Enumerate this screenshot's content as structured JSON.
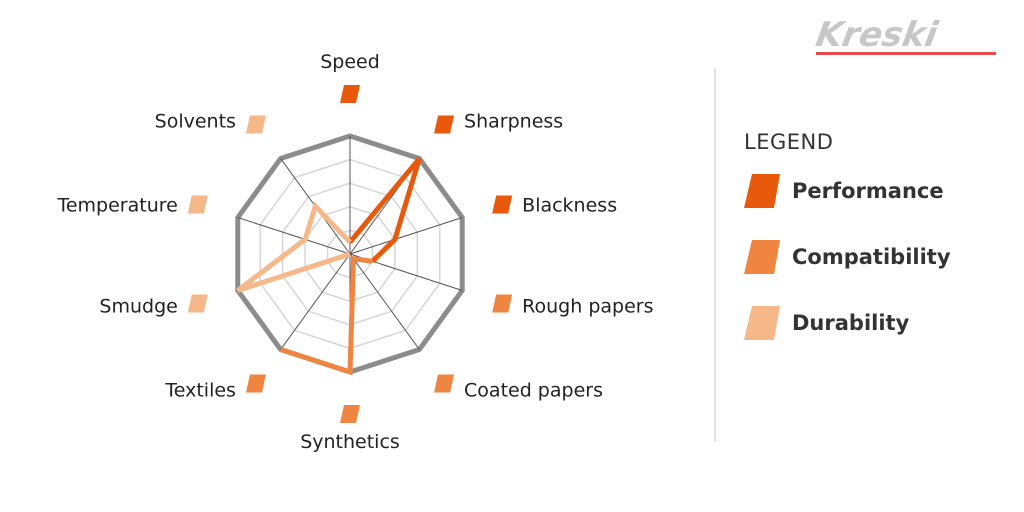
{
  "logo": {
    "text": "Kreski",
    "color": "#c7c7c7",
    "accent": "#e84a4a"
  },
  "legend": {
    "title": "LEGEND",
    "items": [
      {
        "label": "Performance",
        "color": "#e8590c"
      },
      {
        "label": "Compatibility",
        "color": "#f08542"
      },
      {
        "label": "Durability",
        "color": "#f6b889"
      }
    ]
  },
  "chart_data": {
    "type": "radar",
    "axes": [
      {
        "label": "Speed",
        "group": "Performance"
      },
      {
        "label": "Sharpness",
        "group": "Performance"
      },
      {
        "label": "Blackness",
        "group": "Performance"
      },
      {
        "label": "Rough papers",
        "group": "Compatibility"
      },
      {
        "label": "Coated papers",
        "group": "Compatibility"
      },
      {
        "label": "Synthetics",
        "group": "Compatibility"
      },
      {
        "label": "Textiles",
        "group": "Compatibility"
      },
      {
        "label": "Smudge",
        "group": "Durability"
      },
      {
        "label": "Temperature",
        "group": "Durability"
      },
      {
        "label": "Solvents",
        "group": "Durability"
      }
    ],
    "range": [
      0,
      10
    ],
    "rings": 5,
    "outer_ring_color": "#8c8c8c",
    "series": [
      {
        "color": "#e8590c",
        "values": [
          1.0,
          10.0,
          4.0,
          2.0,
          null,
          null,
          null,
          null,
          null,
          null
        ],
        "closed": false
      },
      {
        "color": "#f08542",
        "values": [
          null,
          null,
          null,
          2.0,
          0.5,
          10.0,
          10.0,
          null,
          null,
          null
        ],
        "closed": false
      },
      {
        "color": "#f6b889",
        "values": [
          1.0,
          null,
          null,
          null,
          null,
          null,
          null,
          10.0,
          4.0,
          5.0
        ],
        "closed": false,
        "path": [
          0,
          9,
          8,
          7,
          6
        ]
      }
    ]
  }
}
